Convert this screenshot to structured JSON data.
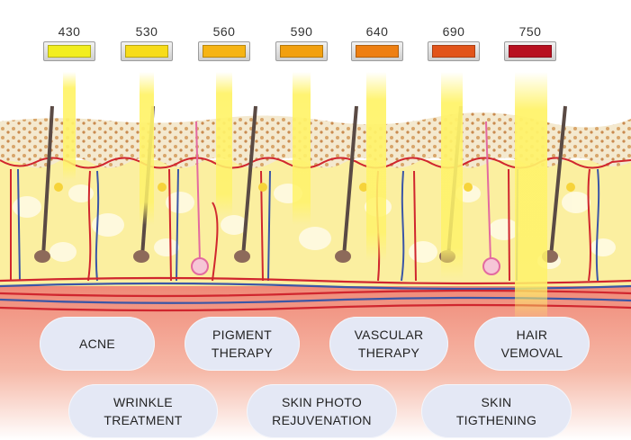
{
  "filters": [
    {
      "name": "430",
      "color": "#f2ee1e"
    },
    {
      "name": "530",
      "color": "#f7dc1a"
    },
    {
      "name": "560",
      "color": "#f6b414"
    },
    {
      "name": "590",
      "color": "#f2a00f"
    },
    {
      "name": "640",
      "color": "#ee7f12"
    },
    {
      "name": "690",
      "color": "#e2541a"
    },
    {
      "name": "750",
      "color": "#b81020"
    }
  ],
  "treatments": [
    {
      "label": "ACNE"
    },
    {
      "label": "PIGMENT\nTHERAPY"
    },
    {
      "label": "VASCULAR\nTHERAPY"
    },
    {
      "label": "HAIR\nVEMOVAL"
    },
    {
      "label": "WRINKLE\nTREATMENT"
    },
    {
      "label": "SKIN PHOTO\nREJUVENATION"
    },
    {
      "label": "SKIN\nTIGTHENING"
    }
  ],
  "colors": {
    "epidermis": "#f3e6c8",
    "dermis": "#fbef9e",
    "subcutis": "#f08070",
    "artery": "#d0262e",
    "vein": "#3b56a6",
    "beam": "#fff36a"
  }
}
